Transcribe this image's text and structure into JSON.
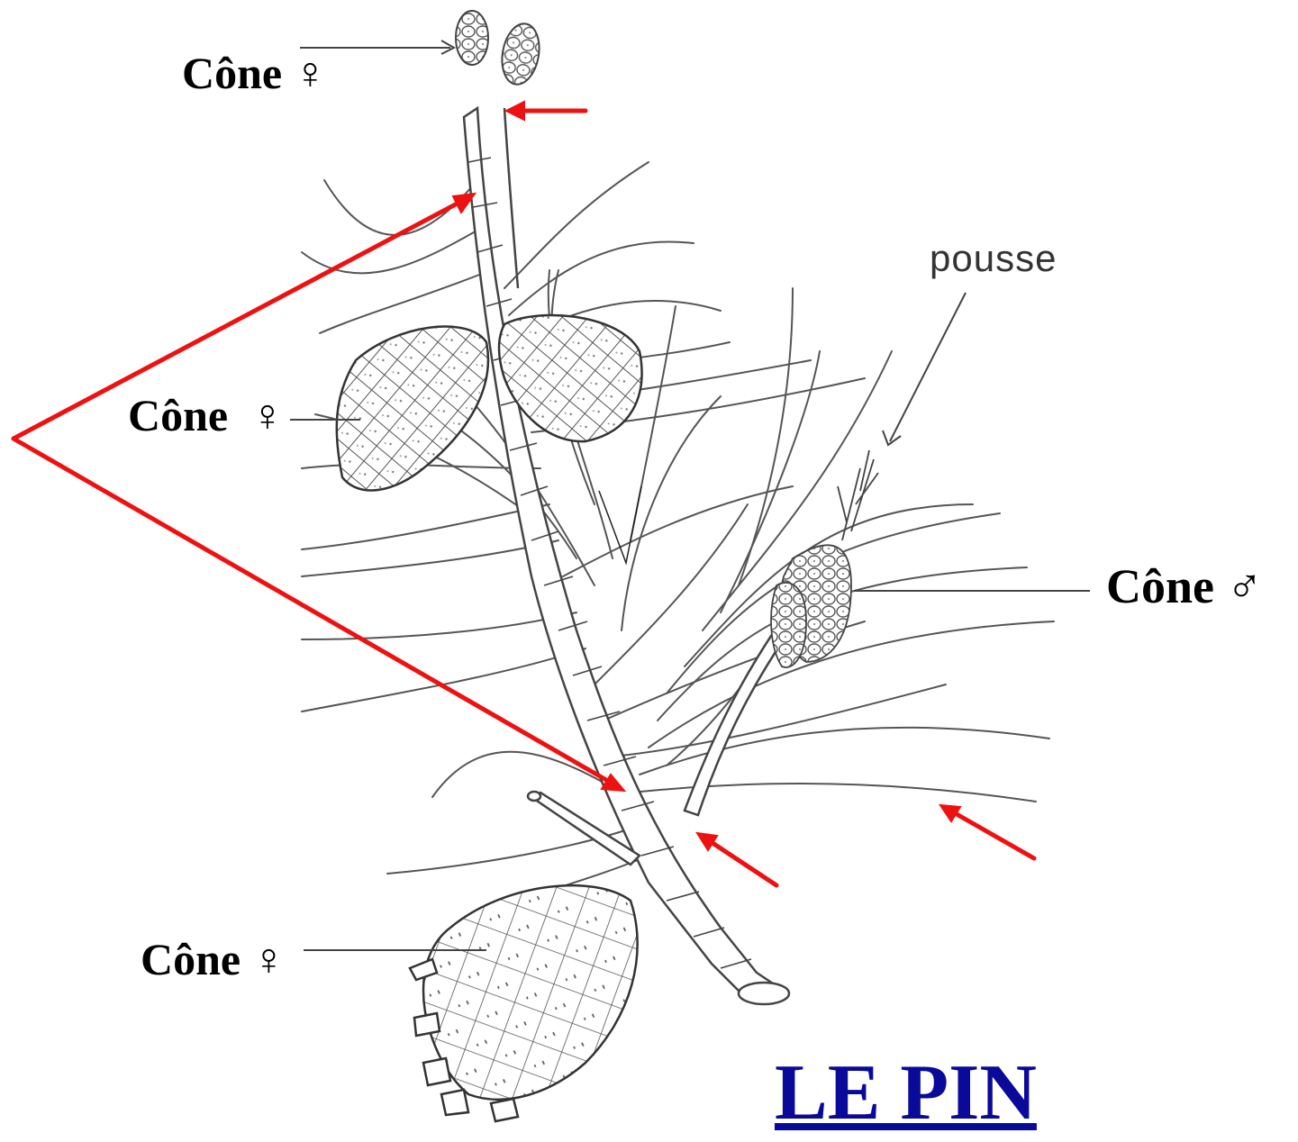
{
  "title": "LE PIN",
  "labels": {
    "cone_female_top": "Cône",
    "cone_female_mid": "Cône",
    "cone_female_bottom": "Cône",
    "cone_male": "Cône",
    "pousse": "pousse"
  },
  "symbols": {
    "female": "♀",
    "male": "♂"
  },
  "colors": {
    "title": "#0a0a9a",
    "arrow_red": "#ee1111",
    "drawing": "#444444"
  }
}
